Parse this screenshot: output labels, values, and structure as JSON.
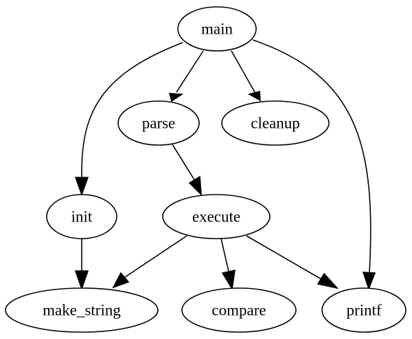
{
  "graph": {
    "nodes": [
      {
        "id": "main",
        "label": "main"
      },
      {
        "id": "parse",
        "label": "parse"
      },
      {
        "id": "cleanup",
        "label": "cleanup"
      },
      {
        "id": "init",
        "label": "init"
      },
      {
        "id": "execute",
        "label": "execute"
      },
      {
        "id": "make_string",
        "label": "make_string"
      },
      {
        "id": "compare",
        "label": "compare"
      },
      {
        "id": "printf",
        "label": "printf"
      }
    ],
    "edges": [
      {
        "from": "main",
        "to": "parse"
      },
      {
        "from": "main",
        "to": "cleanup"
      },
      {
        "from": "main",
        "to": "init"
      },
      {
        "from": "main",
        "to": "printf"
      },
      {
        "from": "parse",
        "to": "execute"
      },
      {
        "from": "init",
        "to": "make_string"
      },
      {
        "from": "execute",
        "to": "make_string"
      },
      {
        "from": "execute",
        "to": "compare"
      },
      {
        "from": "execute",
        "to": "printf"
      }
    ],
    "colors": {
      "stroke": "#000000",
      "fill": "#ffffff",
      "background": "#ffffff"
    }
  }
}
